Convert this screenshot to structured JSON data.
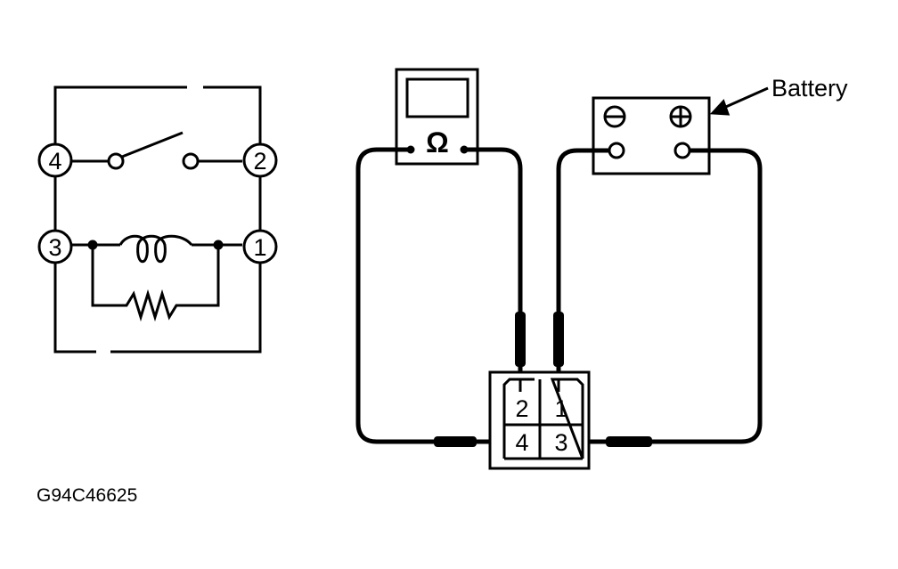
{
  "relay": {
    "terminals": [
      "4",
      "2",
      "3",
      "1"
    ]
  },
  "ohmmeter": {
    "symbol": "Ω"
  },
  "battery": {
    "label": "Battery",
    "negative_symbol": "⊖",
    "positive_symbol": "⊕"
  },
  "connector": {
    "pins": [
      "2",
      "1",
      "4",
      "3"
    ]
  },
  "figure_code": "G94C46625",
  "colors": {
    "line": "#000000",
    "background": "#ffffff"
  }
}
